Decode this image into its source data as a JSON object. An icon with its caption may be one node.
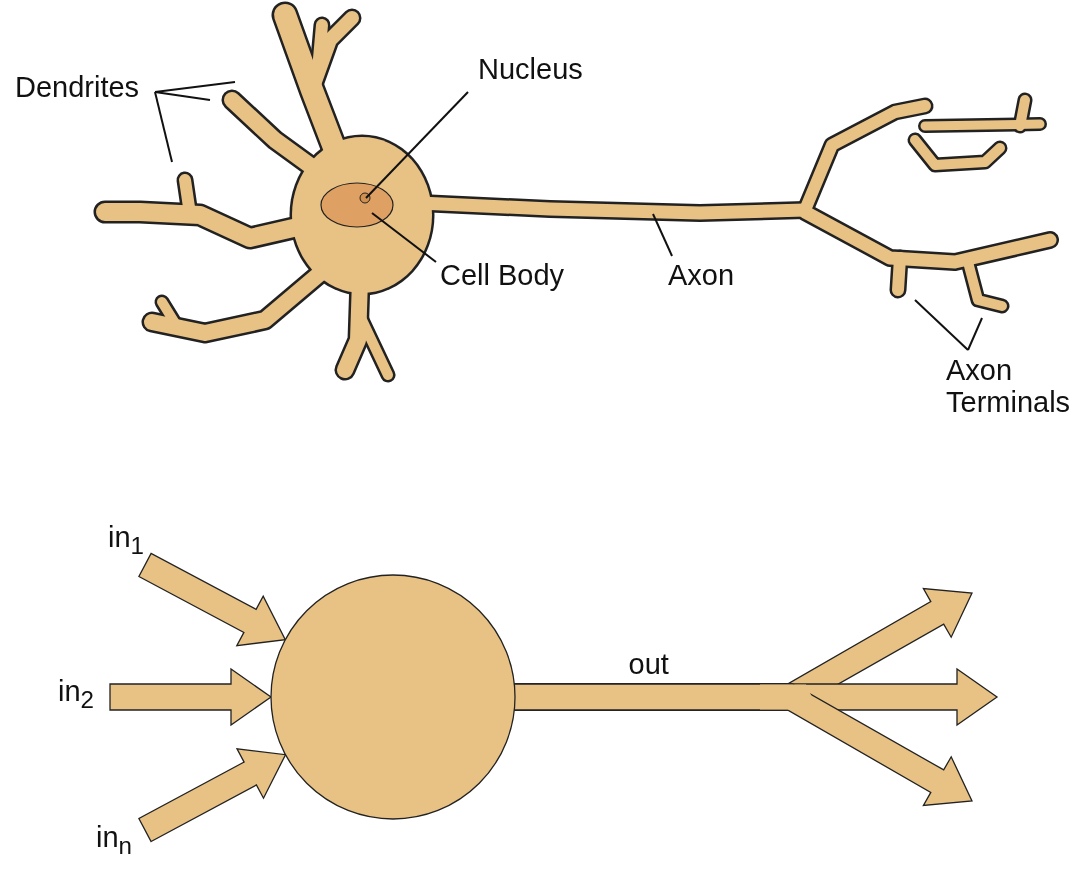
{
  "diagram": {
    "nodes": [
      {
        "text": [
          "Dendrites"
        ]
      },
      {
        "text": [
          "Nucleus"
        ]
      },
      {
        "text": [
          "Cell Body"
        ]
      },
      {
        "text": [
          "Axon"
        ]
      },
      {
        "text": [
          "Axon Terminals"
        ]
      },
      {
        "text": [
          "in$_{1}$"
        ]
      },
      {
        "text": [
          "in$_{2}$"
        ]
      },
      {
        "text": [
          "in$_{n}$"
        ]
      },
      {
        "text": [],
        "shape": "circle"
      }
    ],
    "edges": [
      {
        "from": 0,
        "to": null,
        "arrow": "none"
      },
      {
        "from": 0,
        "to": null,
        "arrow": "none"
      },
      {
        "from": 0,
        "to": null,
        "arrow": "none"
      },
      {
        "from": 1,
        "to": null,
        "arrow": "none"
      },
      {
        "from": 2,
        "to": null,
        "arrow": "none"
      },
      {
        "from": 3,
        "to": null,
        "arrow": "none"
      },
      {
        "from": 4,
        "to": null,
        "arrow": "none"
      },
      {
        "from": 4,
        "to": null,
        "arrow": "none"
      },
      {
        "from": 5,
        "to": 8,
        "arrow": "to"
      },
      {
        "from": 6,
        "to": 8,
        "arrow": "to"
      },
      {
        "from": 7,
        "to": 8,
        "arrow": "to"
      },
      {
        "from": 8,
        "to": null,
        "arrow": "to"
      },
      {
        "from": 8,
        "to": null,
        "arrow": "to",
        "label": "out"
      },
      {
        "from": 8,
        "to": null,
        "arrow": "to"
      }
    ]
  }
}
